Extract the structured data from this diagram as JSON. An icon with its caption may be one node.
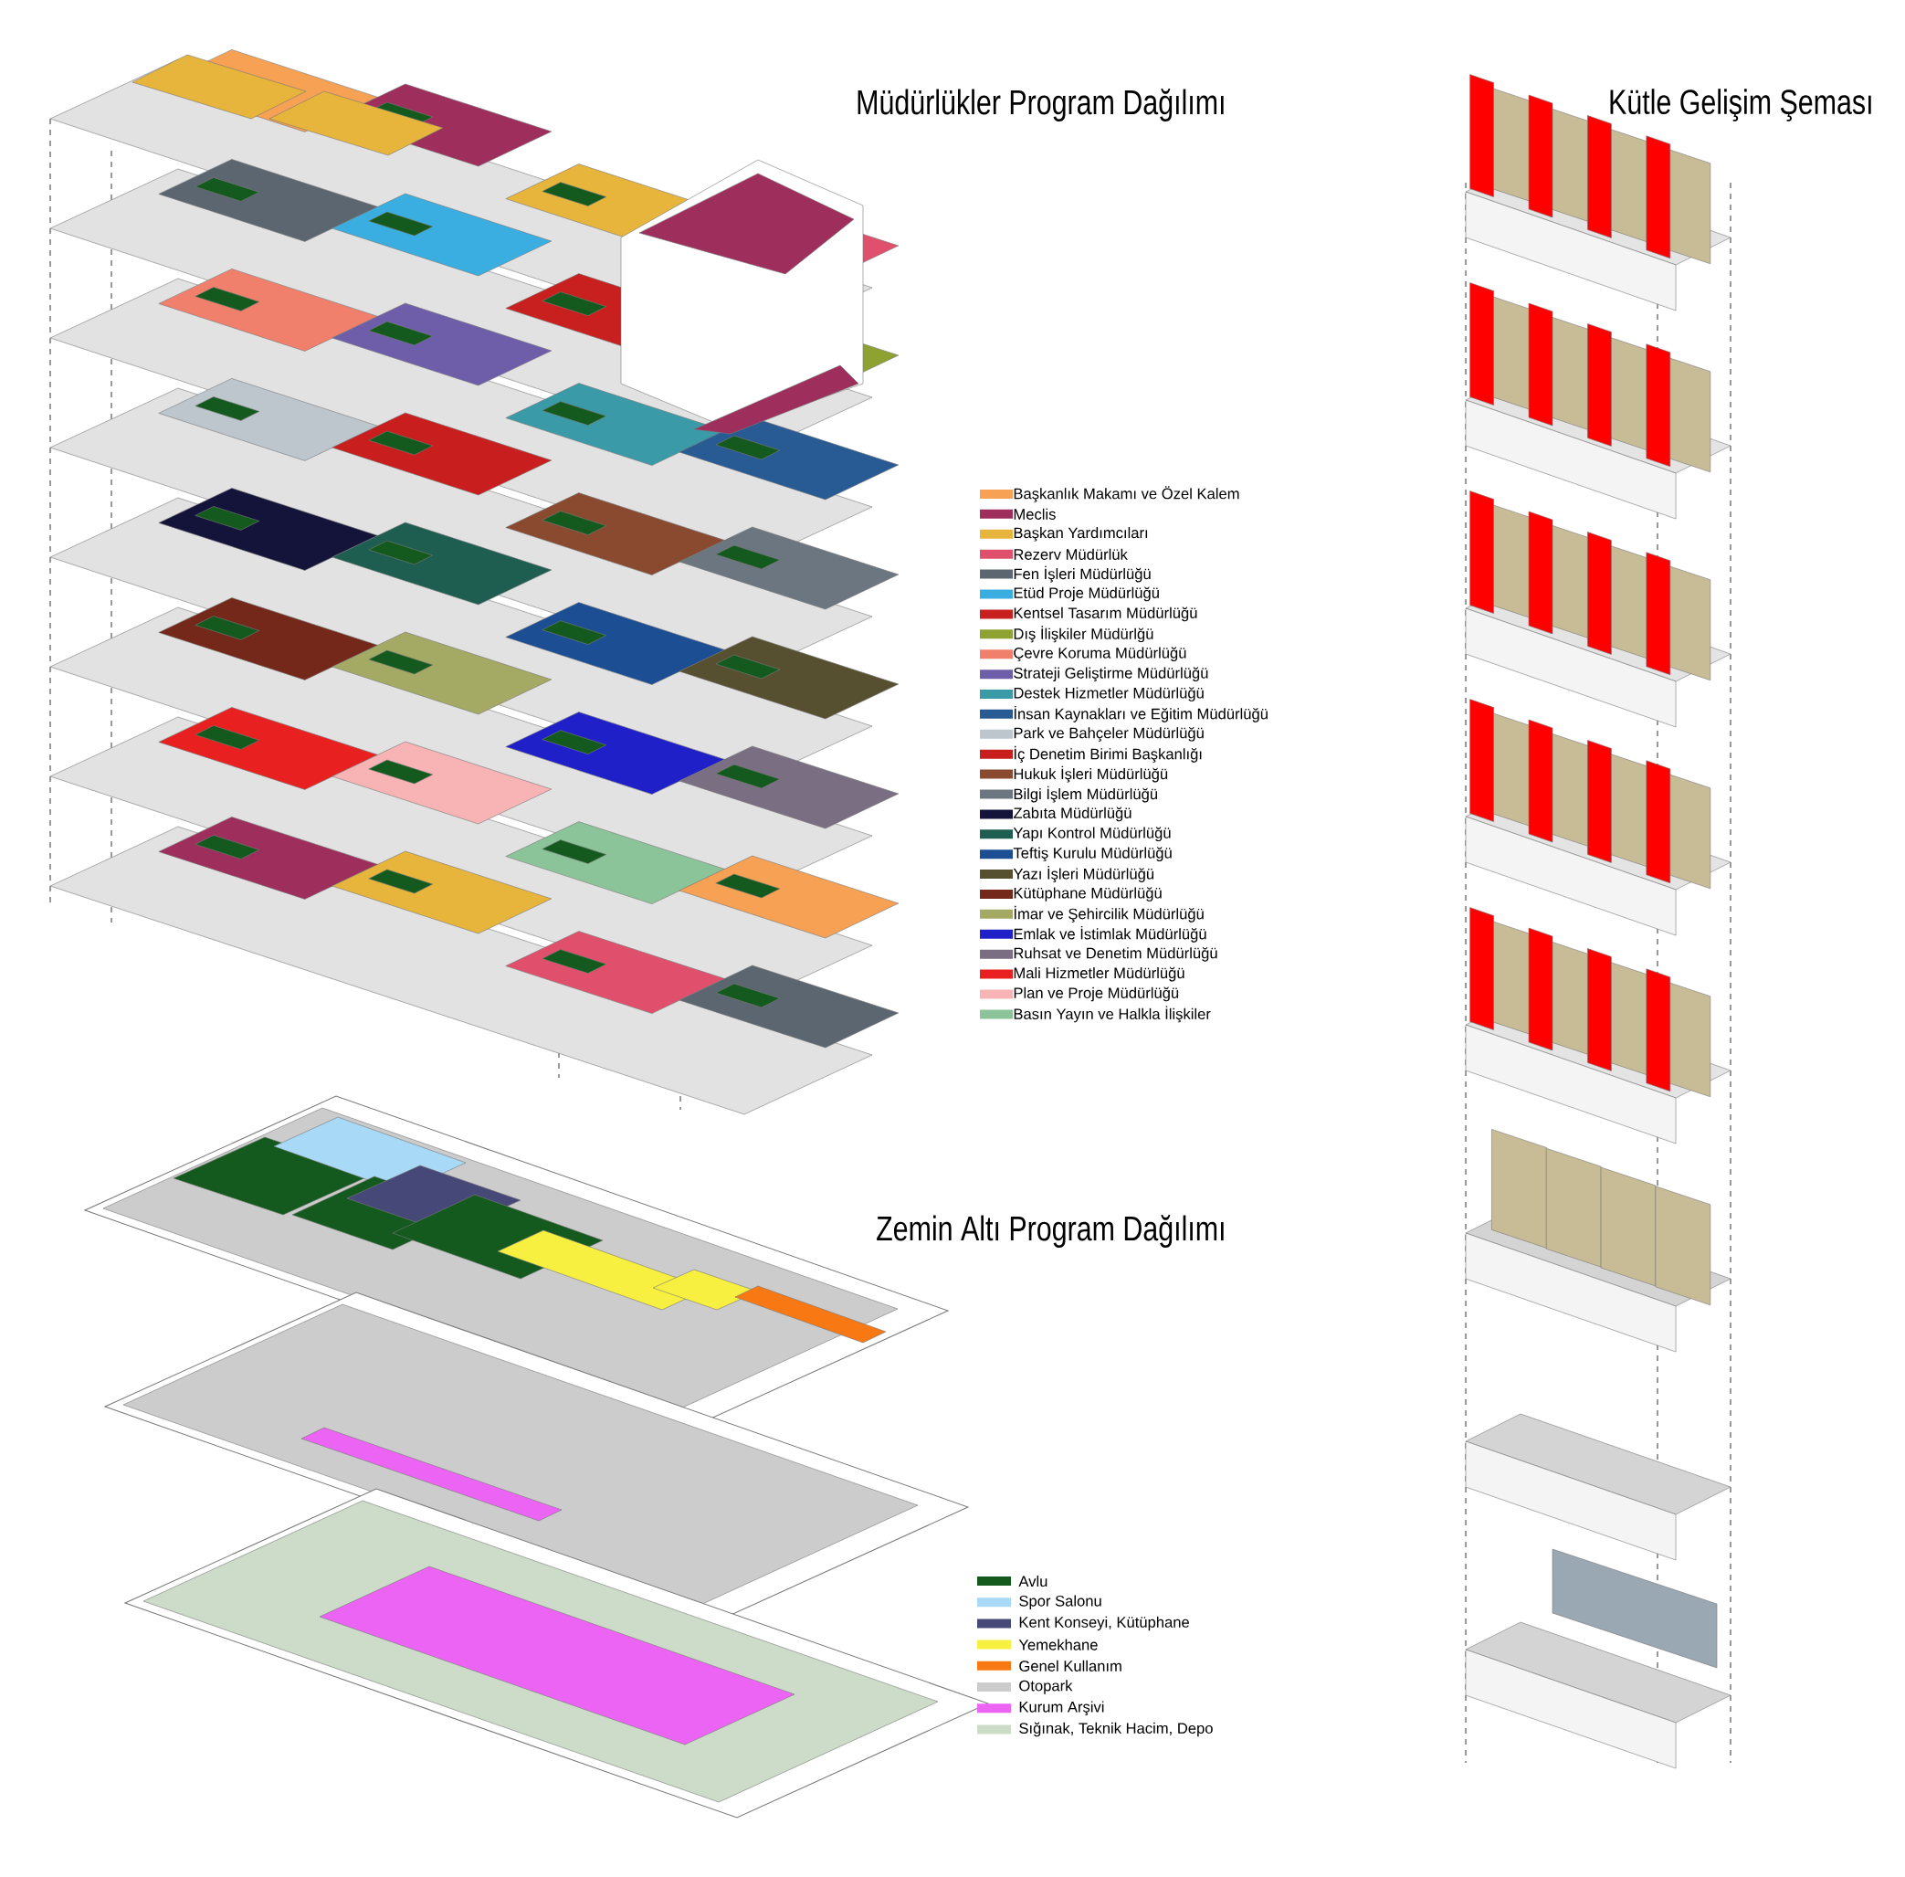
{
  "diagram": {
    "labels": [
      "Müdürlükler Program Dağılımı",
      "Kütle Gelişim Şeması",
      "Zemin Altı Program Dağılımı"
    ],
    "legend": [
      {
        "text": "Başkanlık Makamı ve Özel Kalem",
        "color": "#f7a154"
      },
      {
        "text": "Meclis",
        "color": "#9e2e5c"
      },
      {
        "text": "Başkan Yardımcıları",
        "color": "#e8b53c"
      },
      {
        "text": "Rezerv Müdürlük",
        "color": "#e0506c"
      },
      {
        "text": "Fen İşleri Müdürlüğü",
        "color": "#5c6670"
      },
      {
        "text": "Etüd Proje Müdürlüğü",
        "color": "#3aaee0"
      },
      {
        "text": "Kentsel Tasarım Müdürlüğü",
        "color": "#c8201e"
      },
      {
        "text": "Dış İlişkiler Müdürlğü",
        "color": "#8ea232"
      },
      {
        "text": "Çevre Koruma Müdürlüğü",
        "color": "#f0806c"
      },
      {
        "text": "Strateji Geliştirme Müdürlüğü",
        "color": "#6e5eaa"
      },
      {
        "text": "Destek Hizmetler Müdürlüğü",
        "color": "#3a9aa8"
      },
      {
        "text": "İnsan Kaynakları ve Eğitim Müdürlüğü",
        "color": "#285a94"
      },
      {
        "text": "Park ve Bahçeler Müdürlüğü",
        "color": "#bcc6cc"
      },
      {
        "text": "İç Denetim Birimi Başkanlığı",
        "color": "#c81e1e"
      },
      {
        "text": "Hukuk İşleri Müdürlüğü",
        "color": "#8a4a30"
      },
      {
        "text": "Bilgi İşlem Müdürlüğü",
        "color": "#6c7680"
      },
      {
        "text": "Zabıta Müdürlüğü",
        "color": "#14143a"
      },
      {
        "text": "Yapı Kontrol Müdürlüğü",
        "color": "#1e5e50"
      },
      {
        "text": "Teftiş Kurulu Müdürlüğü",
        "color": "#1c4e94"
      },
      {
        "text": "Yazı İşleri Müdürlüğü",
        "color": "#565030"
      },
      {
        "text": "Kütüphane Müdürlüğü",
        "color": "#74281a"
      },
      {
        "text": "İmar ve Şehircilik Müdürlüğü",
        "color": "#a4aa64"
      },
      {
        "text": "Emlak ve İstimlak Müdürlüğü",
        "color": "#2020c8"
      },
      {
        "text": "Ruhsat ve Denetim Müdürlüğü",
        "color": "#7a6e82"
      },
      {
        "text": "Mali Hizmetler Müdürlüğü",
        "color": "#e82020"
      },
      {
        "text": "Plan ve Proje Müdürlüğü",
        "color": "#f8b4b4"
      },
      {
        "text": "Basın Yayın ve Halkla İlişkiler",
        "color": "#8cc49a"
      },
      {
        "text": "Avlu",
        "color": "#145a1e"
      },
      {
        "text": "Spor Salonu",
        "color": "#a8daf8"
      },
      {
        "text": "Kent Konseyi, Kütüphane",
        "color": "#464878"
      },
      {
        "text": "Yemekhane",
        "color": "#f8f040"
      },
      {
        "text": "Genel Kullanım",
        "color": "#f87814"
      },
      {
        "text": "Otopark",
        "color": "#cccccc"
      },
      {
        "text": "Kurum Arşivi",
        "color": "#ec64f4"
      },
      {
        "text": "Sığınak, Teknik Hacim, Depo",
        "color": "#ccdcc8"
      }
    ]
  }
}
